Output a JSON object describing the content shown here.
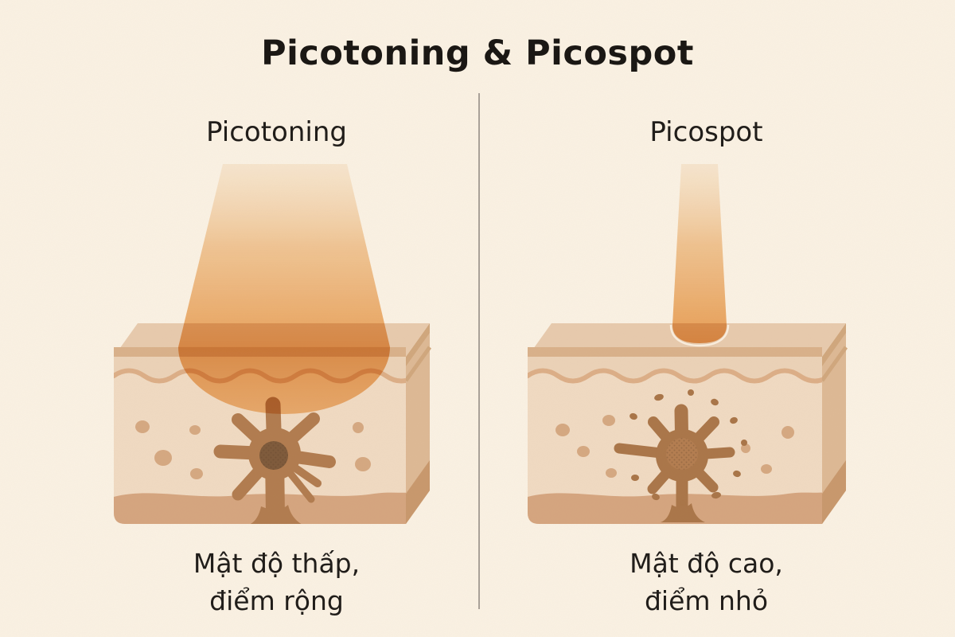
{
  "title": "Picotoning & Picospot",
  "panels": {
    "left": {
      "label": "Picotoning",
      "caption_line1": "Mật độ thấp,",
      "caption_line2": "điểm rộng"
    },
    "right": {
      "label": "Picospot",
      "caption_line1": "Mật độ cao,",
      "caption_line2": "điểm nhỏ"
    }
  },
  "colors": {
    "background": "#faf1e3",
    "title_text": "#181512",
    "label_text": "#1e1b18",
    "divider": "#a9a199",
    "beam_light": "#f7e6cf",
    "beam_mid": "#f1c28c",
    "beam_deep": "#eca65e",
    "glow_top": "#eba55c",
    "glow_bottom": "#f2b46e",
    "skin_top": "#e7caad",
    "skin_band": "#d9b18a",
    "skin_side": "#ddb995",
    "skin_side_band": "#d0a77d",
    "skin_side_bottom": "#c8986d",
    "skin_front": "#f0dac2",
    "skin_epidermis": "#ebd2b7",
    "wave_line": "#dcae87",
    "cell_dot": "#d5a881",
    "bottom_layer": "#d5a57f",
    "melanocyte": "#b17c4f",
    "nucleus": "#7e5a3b",
    "nucleus_stipple": "#6b4a2f",
    "splat": "#aa7649",
    "splat_core": "#b58052",
    "droplet": "#a97548",
    "rim_light": "#fdf4e6"
  }
}
